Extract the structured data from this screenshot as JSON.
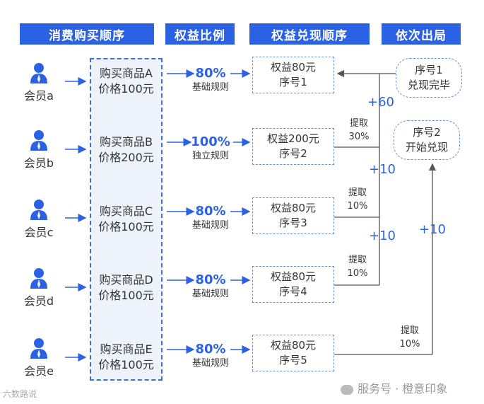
{
  "headers": [
    "消费购买顺序",
    "权益比例",
    "权益兑现顺序",
    "依次出局"
  ],
  "members": [
    {
      "label": "会员a",
      "product": "购买商品A",
      "price": "价格100元",
      "pct": "80%",
      "rule": "基础规则",
      "equity": "权益80元",
      "seq": "序号1"
    },
    {
      "label": "会员b",
      "product": "购买商品B",
      "price": "价格200元",
      "pct": "100%",
      "rule": "独立规则",
      "equity": "权益200元",
      "seq": "序号2"
    },
    {
      "label": "会员c",
      "product": "购买商品C",
      "price": "价格100元",
      "pct": "80%",
      "rule": "基础规则",
      "equity": "权益80元",
      "seq": "序号3"
    },
    {
      "label": "会员d",
      "product": "购买商品D",
      "price": "价格100元",
      "pct": "80%",
      "rule": "基础规则",
      "equity": "权益80元",
      "seq": "序号4"
    },
    {
      "label": "会员e",
      "product": "购买商品E",
      "price": "价格100元",
      "pct": "80%",
      "rule": "基础规则",
      "equity": "权益80元",
      "seq": "序号5"
    }
  ],
  "outcomes": [
    {
      "line1": "序号1",
      "line2": "兑现完毕"
    },
    {
      "line1": "序号2",
      "line2": "开始兑现"
    }
  ],
  "extractions": [
    {
      "line1": "提取",
      "line2": "30%"
    },
    {
      "line1": "提取",
      "line2": "10%"
    },
    {
      "line1": "提取",
      "line2": "10%"
    },
    {
      "line1": "提取",
      "line2": "10%"
    }
  ],
  "increments": [
    "+60",
    "+10",
    "+10",
    "+10"
  ],
  "watermark_left": "六数路说",
  "watermark_right": "服务号 · 橙意印象",
  "colors": {
    "accent": "#2b62e3",
    "panel": "#eef3fb",
    "line": "#555555"
  }
}
